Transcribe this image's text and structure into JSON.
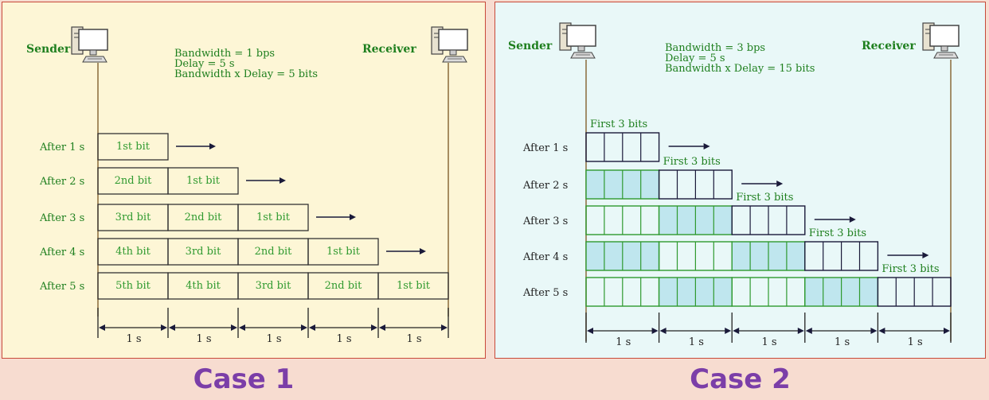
{
  "colors": {
    "background": "#f7dcd0",
    "panel1_bg": "#fdf6d6",
    "panel2_bg": "#e9f8f8",
    "frame_border": "#c84a3a",
    "line": "#8a6a3a",
    "label_green": "#1e7f1e",
    "bit_green": "#2f9a2f",
    "shaded_fill": "#bfe6ee",
    "caption": "#7b3ea8",
    "arrow": "#1a1a3a"
  },
  "case1": {
    "sender_label": "Sender",
    "receiver_label": "Receiver",
    "info_lines": [
      "Bandwidth = 1 bps",
      "Delay = 5 s",
      "Bandwidth x Delay = 5 bits"
    ],
    "rows": [
      {
        "label": "After 1 s",
        "cells": [
          "1st bit"
        ]
      },
      {
        "label": "After 2 s",
        "cells": [
          "2nd bit",
          "1st bit"
        ]
      },
      {
        "label": "After 3 s",
        "cells": [
          "3rd bit",
          "2nd bit",
          "1st bit"
        ]
      },
      {
        "label": "After 4 s",
        "cells": [
          "4th bit",
          "3rd bit",
          "2nd bit",
          "1st bit"
        ]
      },
      {
        "label": "After 5 s",
        "cells": [
          "5th bit",
          "4th bit",
          "3rd bit",
          "2nd bit",
          "1st bit"
        ]
      }
    ],
    "interval_label": "1 s",
    "caption": "Case 1"
  },
  "case2": {
    "sender_label": "Sender",
    "receiver_label": "Receiver",
    "info_lines": [
      "Bandwidth = 3 bps",
      "Delay = 5 s",
      "Bandwidth x Delay = 15 bits"
    ],
    "group_label": "First 3 bits",
    "rows": [
      {
        "label": "After 1 s",
        "groups": 1
      },
      {
        "label": "After 2 s",
        "groups": 2
      },
      {
        "label": "After 3 s",
        "groups": 3
      },
      {
        "label": "After 4 s",
        "groups": 4
      },
      {
        "label": "After 5 s",
        "groups": 5
      }
    ],
    "interval_label": "1 s",
    "caption": "Case 2"
  }
}
